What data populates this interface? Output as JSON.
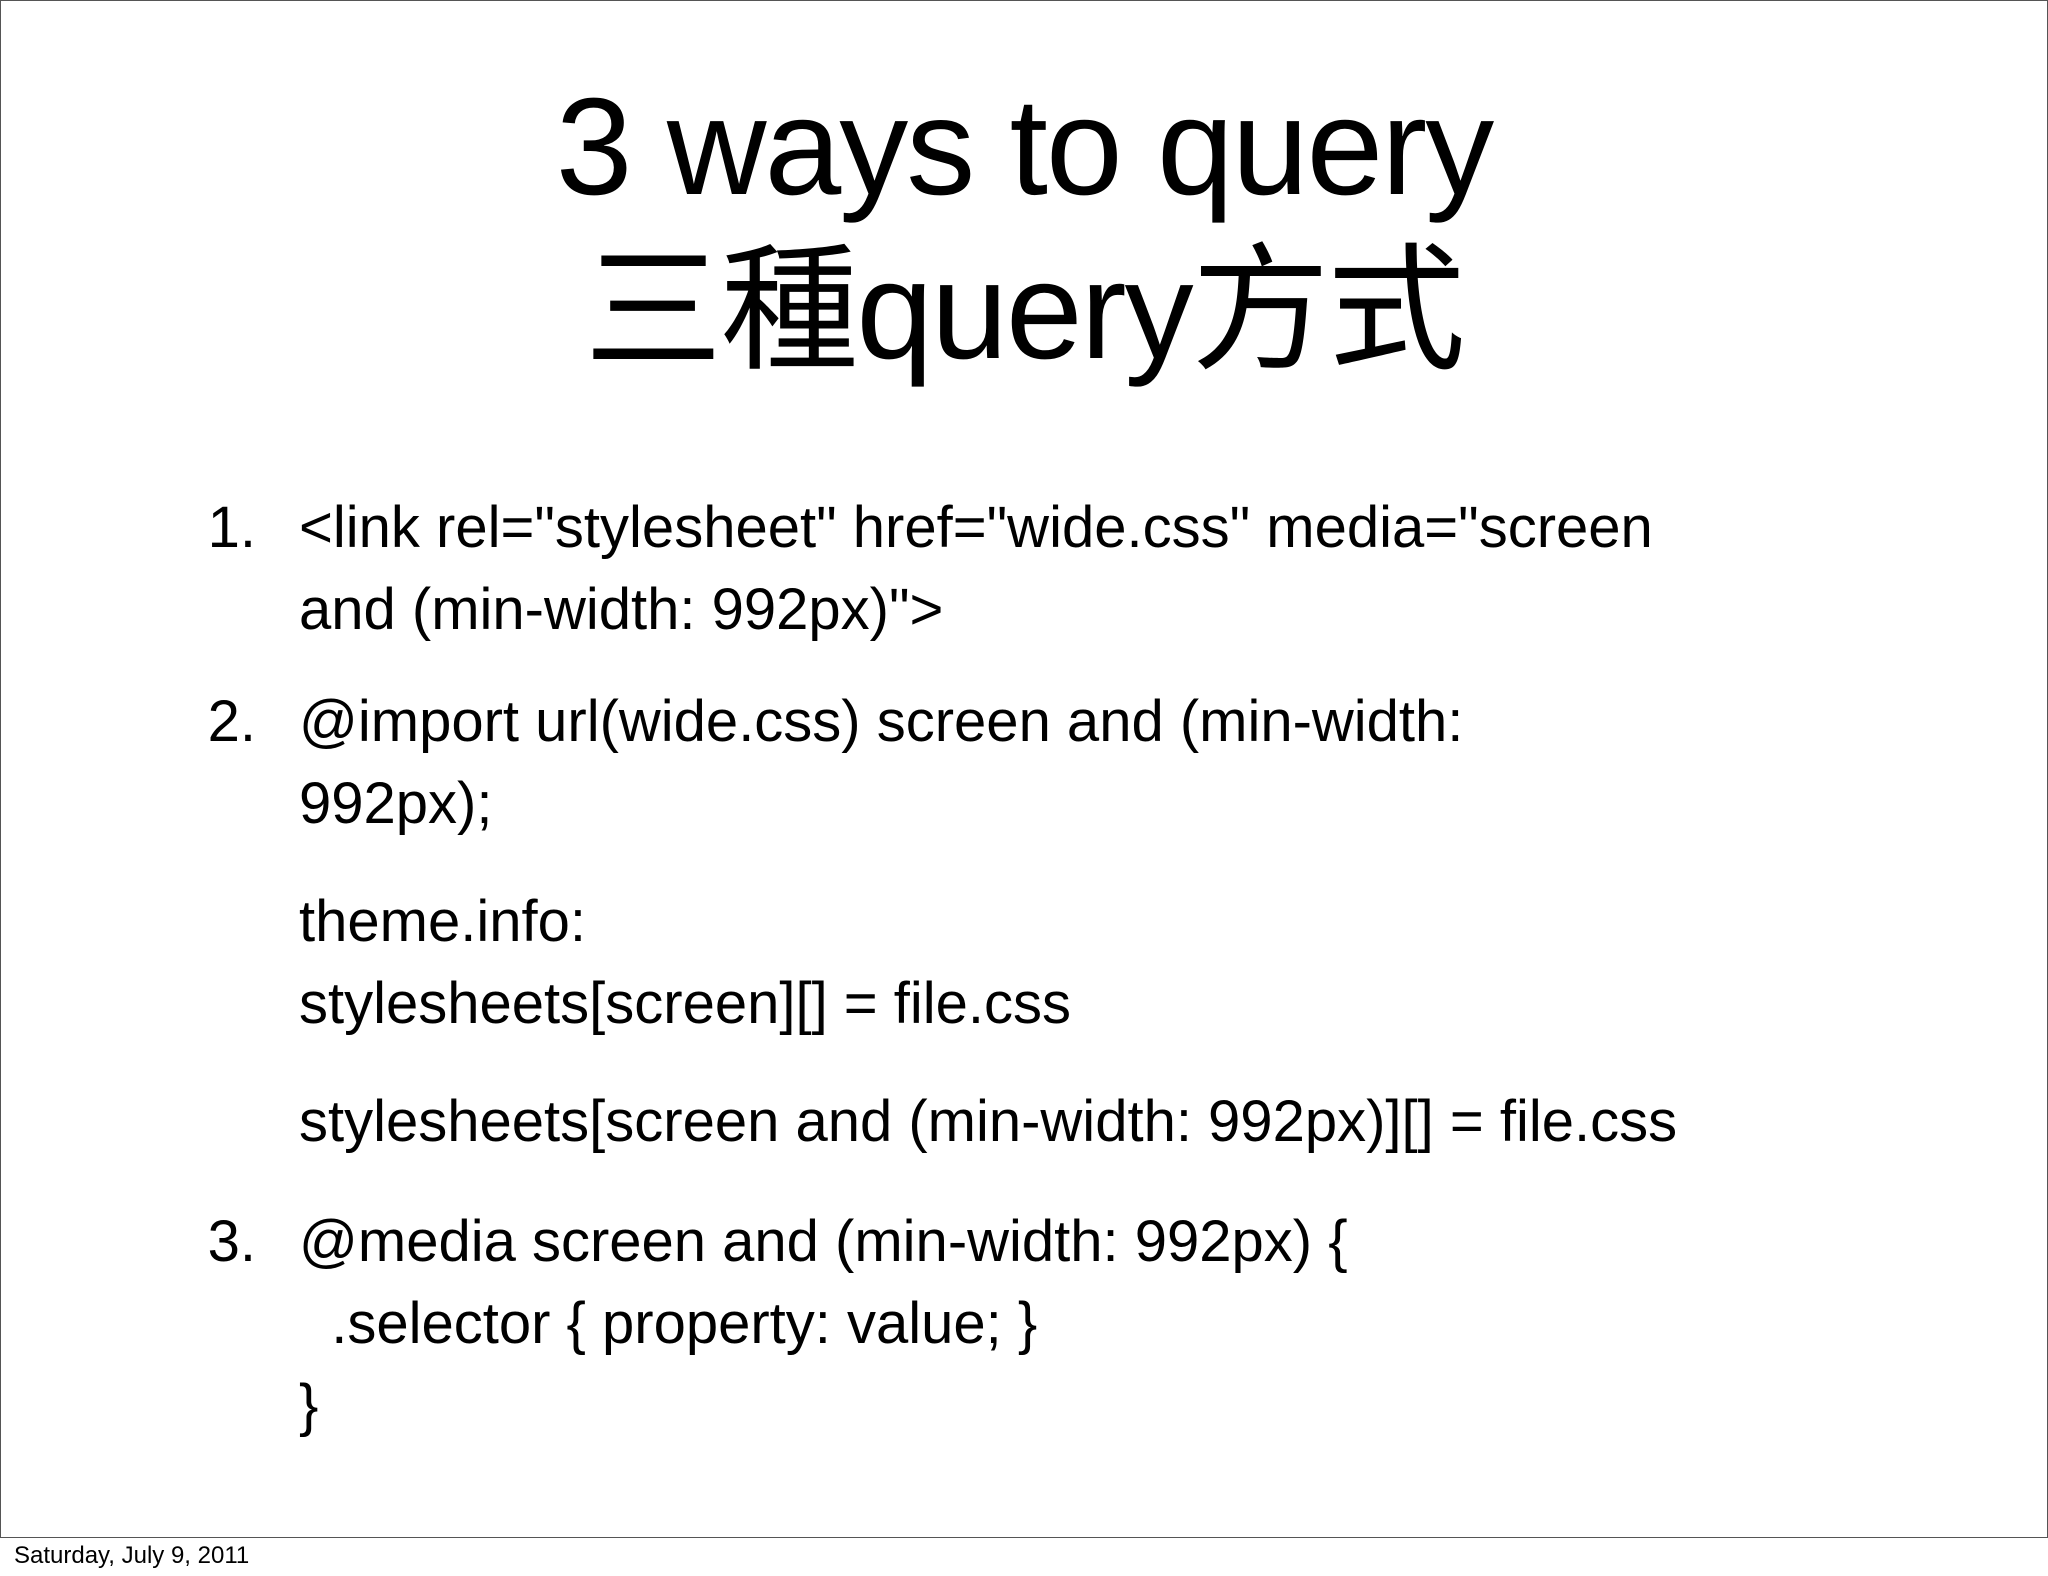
{
  "slide": {
    "title_line1": "3 ways to query",
    "title_line2": "三種query方式",
    "items": [
      {
        "number": "1.",
        "lines": [
          "<link rel=\"stylesheet\" href=\"wide.css\" media=\"screen",
          "and (min-width: 992px)\">"
        ]
      },
      {
        "number": "2.",
        "lines": [
          "@import url(wide.css) screen and (min-width:",
          "992px);"
        ]
      },
      {
        "number": "",
        "lines": [
          "theme.info:",
          "stylesheets[screen][] = file.css"
        ]
      },
      {
        "number": "",
        "lines": [
          "stylesheets[screen and (min-width: 992px)][] = file.css"
        ]
      },
      {
        "number": "3.",
        "lines": [
          "@media screen and (min-width: 992px) {",
          "  .selector { property: value; }",
          "}"
        ]
      }
    ]
  },
  "footer": {
    "date": "Saturday, July 9, 2011"
  }
}
